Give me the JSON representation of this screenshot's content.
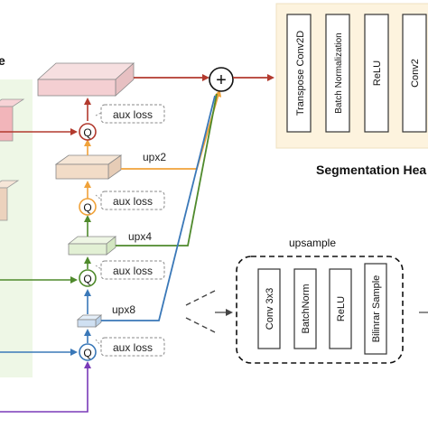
{
  "left_heading_fragment": "e",
  "aux_loss_label": "aux loss",
  "quantize_symbol": "Q",
  "upsample_labels": {
    "upx2": "upx2",
    "upx4": "upx4",
    "upx8": "upx8"
  },
  "plus_symbol": "+",
  "seg_head": {
    "title": "Segmentation Hea",
    "layers": [
      "Transpose Conv2D",
      "Batch Normalization",
      "ReLU",
      "Conv2"
    ]
  },
  "upsample_block": {
    "title": "upsample",
    "layers": [
      "Conv 3x3",
      "BatchNorm",
      "ReLU",
      "Bilinrar Sample"
    ]
  },
  "colors": {
    "red_path": "#b23a2e",
    "orange_path": "#f0a23a",
    "green_path": "#4f8a2c",
    "blue_path": "#3a78b8",
    "purple_path": "#7a3ab8",
    "gray_path": "#5a6e9a",
    "seg_head_bg": "#fdf3de",
    "encoder_bg": "#eef7e6"
  }
}
